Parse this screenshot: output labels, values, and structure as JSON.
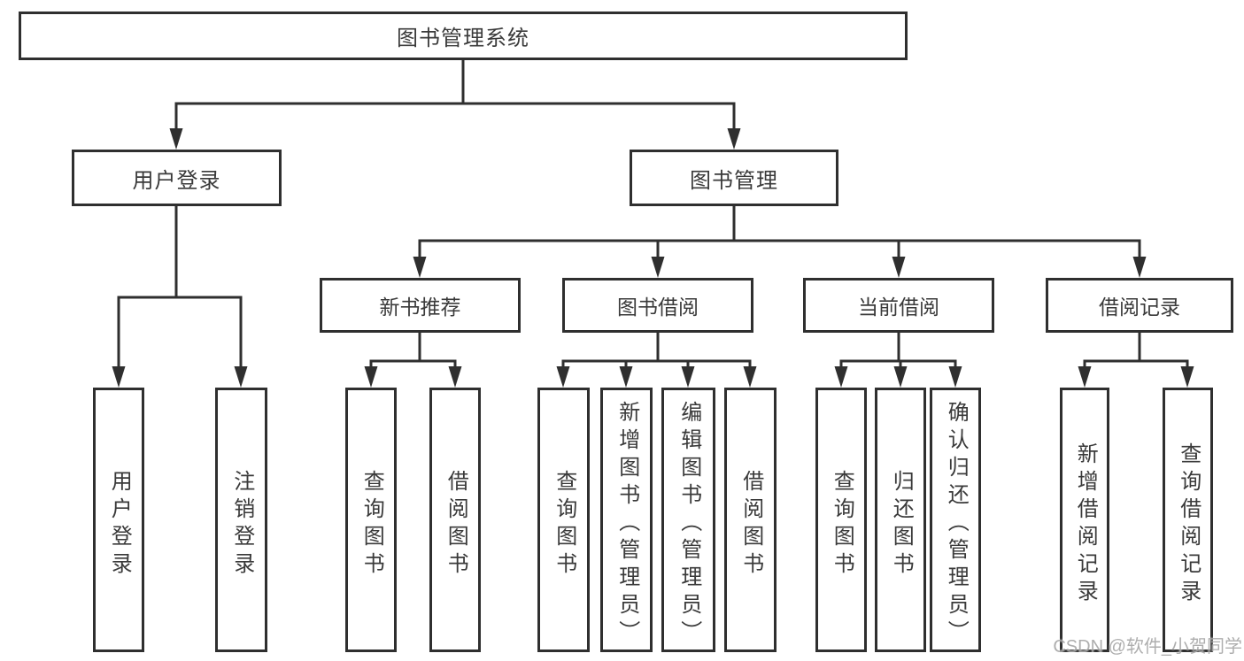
{
  "diagram": {
    "root": {
      "label": "图书管理系统"
    },
    "level2": {
      "user_login": {
        "label": "用户登录"
      },
      "book_management": {
        "label": "图书管理"
      }
    },
    "level3": {
      "new_book_recommend": {
        "label": "新书推荐"
      },
      "book_borrowing": {
        "label": "图书借阅"
      },
      "current_borrowing": {
        "label": "当前借阅"
      },
      "borrowing_records": {
        "label": "借阅记录"
      }
    },
    "leaves": {
      "login_user": {
        "label": "用户登录",
        "parent": "用户登录"
      },
      "login_logout": {
        "label": "注销登录",
        "parent": "用户登录"
      },
      "rec_query_book": {
        "label": "查询图书",
        "parent": "新书推荐"
      },
      "rec_borrow_book": {
        "label": "借阅图书",
        "parent": "新书推荐"
      },
      "bor_query_book": {
        "label": "查询图书",
        "parent": "图书借阅"
      },
      "bor_add_book": {
        "label": "新增图书（管理员）",
        "parent": "图书借阅"
      },
      "bor_edit_book": {
        "label": "编辑图书（管理员）",
        "parent": "图书借阅"
      },
      "bor_borrow_book": {
        "label": "借阅图书",
        "parent": "图书借阅"
      },
      "cur_query_book": {
        "label": "查询图书",
        "parent": "当前借阅"
      },
      "cur_return_book": {
        "label": "归还图书",
        "parent": "当前借阅"
      },
      "cur_confirm_return": {
        "label": "确认归还（管理员）",
        "parent": "当前借阅"
      },
      "recd_add_record": {
        "label": "新增借阅记录",
        "parent": "借阅记录"
      },
      "recd_query_record": {
        "label": "查询借阅记录",
        "parent": "借阅记录"
      }
    }
  },
  "watermark": {
    "text": "CSDN @软件_小贺同学"
  },
  "colors": {
    "line": "#2f2f2f",
    "border": "#2f2f2f",
    "text": "#3a3a3a",
    "background": "#ffffff",
    "watermark": "#a6a6a6"
  }
}
